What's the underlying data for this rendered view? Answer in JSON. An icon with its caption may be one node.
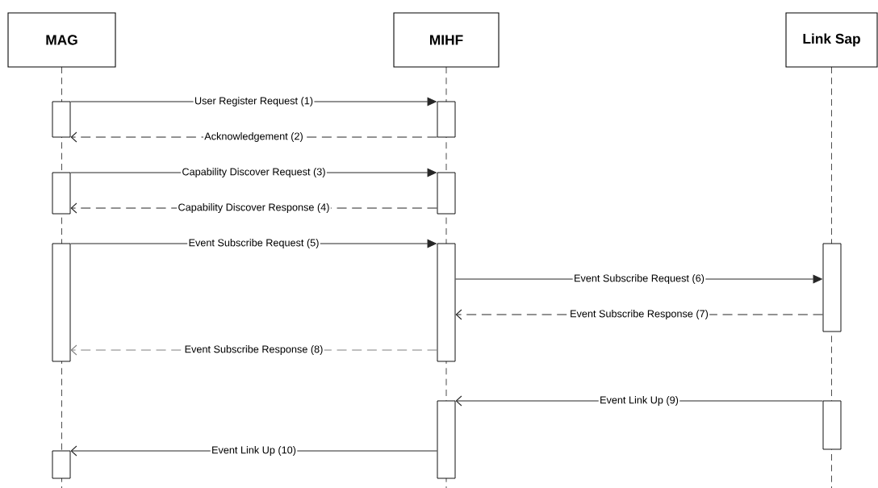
{
  "diagram": {
    "nodes": [
      {
        "text": [
          "MAG"
        ]
      },
      {
        "text": [
          "MIHF"
        ]
      },
      {
        "text": [
          "Link Sap"
        ]
      },
      {
        "text": [],
        "shape": "bar"
      },
      {
        "text": [],
        "shape": "bar"
      },
      {
        "text": [],
        "shape": "bar"
      },
      {
        "text": [],
        "shape": "bar"
      },
      {
        "text": [],
        "shape": "bar"
      },
      {
        "text": [],
        "shape": "bar"
      },
      {
        "text": [],
        "shape": "bar"
      },
      {
        "text": [],
        "shape": "bar"
      },
      {
        "text": [],
        "shape": "bar"
      },
      {
        "text": [],
        "shape": "bar"
      }
    ],
    "edges": [
      {
        "from": 3,
        "to": 4,
        "arrow": "to",
        "label": "User Register Request (1)"
      },
      {
        "from": 4,
        "to": 3,
        "arrow": "to",
        "label": "Acknowledgement (2)",
        "style": "dashed"
      },
      {
        "from": 5,
        "to": 6,
        "arrow": "to",
        "label": "Capability Discover Request (3)"
      },
      {
        "from": 6,
        "to": 5,
        "arrow": "to",
        "label": "Capability Discover Response (4)",
        "style": "dashed"
      },
      {
        "from": 7,
        "to": 8,
        "arrow": "to",
        "label": "Event Subscribe Request (5)"
      },
      {
        "from": 8,
        "to": 9,
        "arrow": "to",
        "label": "Event Subscribe Request (6)"
      },
      {
        "from": 9,
        "to": 8,
        "arrow": "to",
        "label": "Event Subscribe Response (7)",
        "style": "dashed"
      },
      {
        "from": 8,
        "to": 7,
        "arrow": "to",
        "label": "Event Subscribe Response (8)",
        "style": "dashed",
        "color": "#808080"
      },
      {
        "from": 11,
        "to": 10,
        "arrow": "to",
        "label": "Event Link Up (9)"
      },
      {
        "from": 10,
        "to": 12,
        "arrow": "to",
        "label": "Event Link Up (10)"
      }
    ]
  }
}
